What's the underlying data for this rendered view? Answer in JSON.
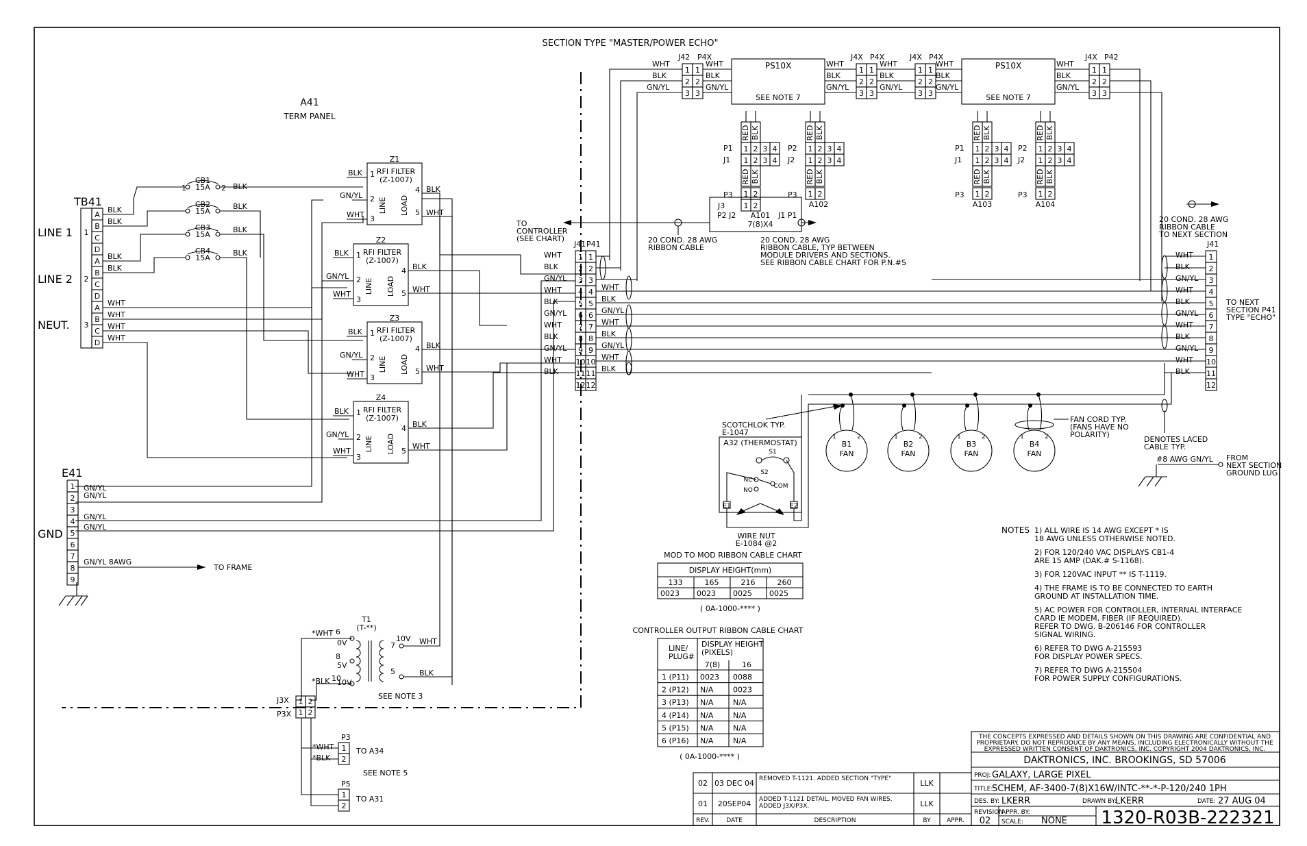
{
  "section_title": "SECTION TYPE \"MASTER/POWER ECHO\"",
  "a41": {
    "name": "A41",
    "label": "TERM PANEL"
  },
  "tb41": {
    "name": "TB41",
    "rows": [
      "A",
      "B",
      "C",
      "D",
      "A",
      "B",
      "C",
      "D",
      "A",
      "B",
      "C",
      "D"
    ],
    "line1": "LINE 1",
    "line2": "LINE 2",
    "neut": "NEUT.",
    "n1": "1",
    "n2": "2",
    "n3": "3"
  },
  "breakers": [
    {
      "id": "CB1",
      "rating": "15A",
      "pin_in": "1",
      "pin_out": "2"
    },
    {
      "id": "CB2",
      "rating": "15A"
    },
    {
      "id": "CB3",
      "rating": "15A"
    },
    {
      "id": "CB4",
      "rating": "15A"
    }
  ],
  "filters": [
    {
      "id": "Z1",
      "title": "RFI FILTER",
      "part": "(Z-1007)"
    },
    {
      "id": "Z2",
      "title": "RFI FILTER",
      "part": "(Z-1007)"
    },
    {
      "id": "Z3",
      "title": "RFI FILTER",
      "part": "(Z-1007)"
    },
    {
      "id": "Z4",
      "title": "RFI FILTER",
      "part": "(Z-1007)"
    }
  ],
  "filter_side": {
    "line": "LINE",
    "load": "LOAD"
  },
  "wire_colors": {
    "wht": "WHT",
    "blk": "BLK",
    "gnyl": "GN/YL",
    "red": "RED",
    "wht_star": "*WHT",
    "blk_star": "*BLK",
    "gnyl8": "GN/YL 8AWG",
    "gnyl_8awg_next": "#8 AWG GN/YL"
  },
  "power_supplies": [
    {
      "name": "PS10X",
      "note": "SEE NOTE 7"
    },
    {
      "name": "PS10X",
      "note": "SEE NOTE 7"
    }
  ],
  "connectors": {
    "j42": "J42",
    "p4x": "P4X",
    "j4x": "J4X",
    "p42": "P42",
    "j41": "J41",
    "p41": "P41",
    "p1": "P1",
    "j1": "J1",
    "p2": "P2",
    "j2": "J2",
    "p3": "P3",
    "j3": "J3",
    "j3x": "J3X",
    "p3x": "P3X",
    "p5": "P5"
  },
  "modules": {
    "a101": "A101",
    "a101_size": "7(8)X4",
    "a102": "A102",
    "a103": "A103",
    "a104": "A104",
    "p2j2": "P2 J2",
    "j1p1": "J1 P1"
  },
  "callouts": {
    "to_controller": "TO\nCONTROLLER\n(SEE CHART)",
    "ribbon_20": "20 COND. 28 AWG\nRIBBON CABLE",
    "ribbon_typ": "20 COND. 28 AWG\nRIBBON CABLE, TYP BETWEEN\nMODULE DRIVERS AND SECTIONS.\nSEE RIBBON CABLE CHART FOR P.N.#S",
    "ribbon_next": "20 COND. 28 AWG\nRIBBON CABLE\nTO NEXT SECTION",
    "to_next": "TO NEXT\nSECTION P41\nTYPE \"ECHO\"",
    "scotchlok": "SCOTCHLOK TYP.\nE-1047",
    "fan_cord": "FAN CORD TYP.\n(FANS HAVE NO\nPOLARITY)",
    "laced": "DENOTES LACED\nCABLE TYP.",
    "from_next": "FROM\nNEXT SECTION\nGROUND LUG",
    "wire_nut": "WIRE NUT\nE-1084 @2",
    "to_frame": "TO FRAME",
    "see_note3": "SEE NOTE 3",
    "see_note5": "SEE NOTE 5",
    "to_a34": "TO A34",
    "to_a31": "TO A31"
  },
  "fans": [
    {
      "id": "B1",
      "label": "FAN"
    },
    {
      "id": "B2",
      "label": "FAN"
    },
    {
      "id": "B3",
      "label": "FAN"
    },
    {
      "id": "B4",
      "label": "FAN"
    }
  ],
  "thermostat": {
    "title": "A32 (THERMOSTAT)",
    "s1": "S1",
    "s2": "S2",
    "nc": "NC",
    "no": "NO",
    "com": "COM",
    "e1": "E1",
    "e2": "E2"
  },
  "e41": {
    "name": "E41",
    "gnd": "GND",
    "pins": [
      "1",
      "2",
      "3",
      "4",
      "5",
      "6",
      "7",
      "8",
      "9"
    ]
  },
  "transformer": {
    "name": "T1",
    "part": "(T-**)",
    "taps": [
      "6",
      "8",
      "10"
    ],
    "v_left": [
      "0V",
      "5V",
      "10V"
    ],
    "v_right": "10V",
    "pin7": "7",
    "pin5": "5"
  },
  "mod_chart": {
    "title": "MOD TO MOD RIBBON CABLE CHART",
    "header": "DISPLAY HEIGHT(mm)",
    "cols": [
      "133",
      "165",
      "216",
      "260"
    ],
    "values": [
      "0023",
      "0023",
      "0025",
      "0025"
    ],
    "footer": "( 0A-1000-**** )"
  },
  "ctrl_chart": {
    "title": "CONTROLLER OUTPUT RIBBON CABLE CHART",
    "col1": "LINE/\nPLUG#",
    "header": "DISPLAY HEIGHT\n(PIXELS)",
    "cols": [
      "7(8)",
      "16"
    ],
    "rows": [
      [
        "1  (P11)",
        "0023",
        "0088"
      ],
      [
        "2  (P12)",
        "N/A",
        "0023"
      ],
      [
        "3  (P13)",
        "N/A",
        "N/A"
      ],
      [
        "4  (P14)",
        "N/A",
        "N/A"
      ],
      [
        "5  (P15)",
        "N/A",
        "N/A"
      ],
      [
        "6  (P16)",
        "N/A",
        "N/A"
      ]
    ],
    "footer": "( 0A-1000-**** )"
  },
  "notes_title": "NOTES",
  "notes": [
    "1)  ALL WIRE IS 14 AWG EXCEPT * IS\n      18 AWG UNLESS OTHERWISE NOTED.",
    "2)  FOR 120/240 VAC DISPLAYS CB1-4\n      ARE 15 AMP (DAK.# S-1168).",
    "3)  FOR 120VAC INPUT ** IS T-1119.",
    "4)  THE FRAME IS TO BE CONNECTED TO EARTH\n      GROUND AT INSTALLATION TIME.",
    "5)  AC POWER FOR CONTROLLER, INTERNAL INTERFACE\n      CARD IE MODEM, FIBER (IF REQUIRED).\n      REFER TO DWG. B-206146 FOR CONTROLLER\n      SIGNAL WIRING.",
    "6)  REFER TO DWG A-215593\n      FOR DISPLAY POWER SPECS.",
    "7)  REFER TO DWG A-215504\n      FOR POWER SUPPLY CONFIGURATIONS."
  ],
  "revisions": {
    "rows": [
      {
        "rev": "02",
        "date": "03 DEC 04",
        "desc": "REMOVED T-1121. ADDED SECTION \"TYPE\"",
        "by": "LLK"
      },
      {
        "rev": "01",
        "date": "20SEP04",
        "desc": "ADDED T-1121 DETAIL. MOVED FAN WIRES.\nADDED J3X/P3X.",
        "by": "LLK"
      }
    ],
    "headers": [
      "REV.",
      "DATE",
      "DESCRIPTION",
      "BY",
      "APPR."
    ]
  },
  "title_block": {
    "confidential": "THE CONCEPTS EXPRESSED AND DETAILS SHOWN ON THIS DRAWING ARE CONFIDENTIAL AND\nPROPRIETARY. DO NOT REPRODUCE BY ANY MEANS, INCLUDING ELECTRONICALLY WITHOUT THE\nEXPRESSED WRITTEN CONSENT OF DAKTRONICS, INC.          COPYRIGHT 2004 DAKTRONICS, INC.",
    "company": "DAKTRONICS, INC.   BROOKINGS, SD 57006",
    "proj_label": "PROJ:",
    "proj": "GALAXY, LARGE PIXEL",
    "title_label": "TITLE:",
    "title": "SCHEM, AF-3400-7(8)X16W/INTC-**-*-P-120/240 1PH",
    "des_label": "DES. BY:",
    "des": "LKERR",
    "drawn_label": "DRAWN BY:",
    "drawn": "LKERR",
    "date_label": "DATE:",
    "date": "27 AUG 04",
    "revision_label": "REVISION",
    "revision": "02",
    "appr_label": "APPR. BY:",
    "scale_label": "SCALE:",
    "scale": "NONE",
    "dwg": "1320-R03B-222321"
  }
}
